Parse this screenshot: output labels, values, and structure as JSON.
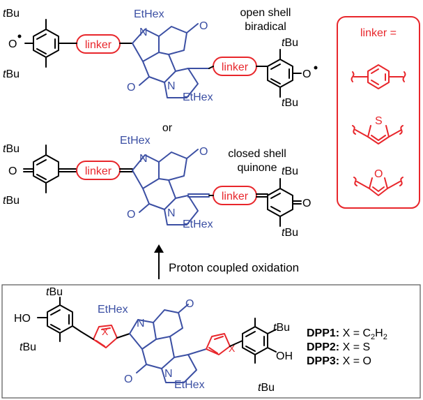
{
  "labels": {
    "tbu": "tBu",
    "t_prefix": "t",
    "bu": "Bu",
    "o": "O",
    "ho": "HO",
    "oh": "OH",
    "ethex": "EtHex",
    "linker": "linker",
    "or": "or",
    "open_shell_1": "open shell",
    "open_shell_2": "biradical",
    "closed_shell_1": "closed shell",
    "closed_shell_2": "quinone",
    "linker_eq": "linker =",
    "s": "S",
    "x": "X",
    "arrow_label": "Proton coupled oxidation"
  },
  "compounds": [
    {
      "name": "DPP1:",
      "def_prefix": " X = C",
      "sub1": "2",
      "mid": "H",
      "sub2": "2"
    },
    {
      "name": "DPP2:",
      "def_prefix": " X = S"
    },
    {
      "name": "DPP3:",
      "def_prefix": " X = O"
    }
  ],
  "colors": {
    "core": "#3b4fa3",
    "linker": "#e8262b",
    "text": "#000000"
  }
}
